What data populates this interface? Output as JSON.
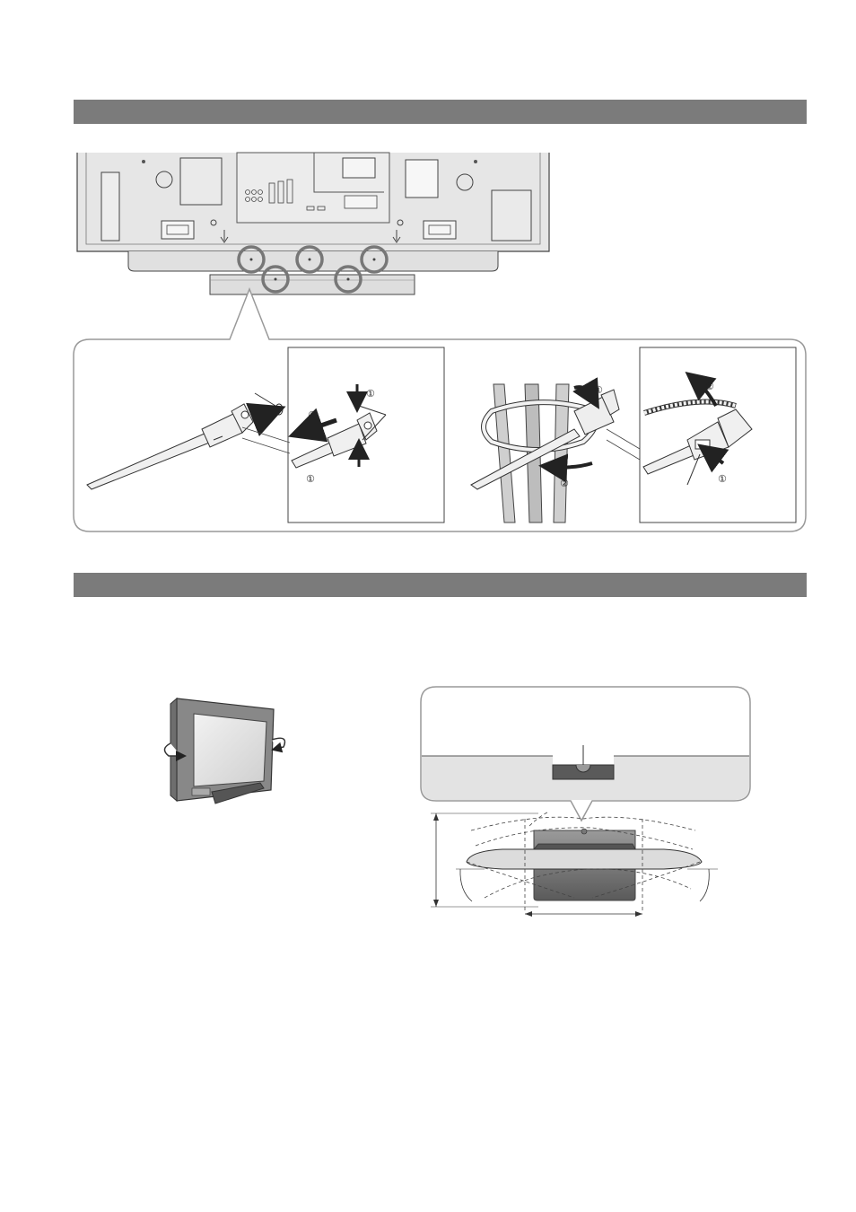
{
  "sections": [
    {
      "id": "cable-tie-section",
      "heading": ""
    },
    {
      "id": "swivel-section",
      "heading": ""
    }
  ],
  "step_markers": {
    "attach_step1_top": "①",
    "attach_step2": "②",
    "attach_step1_bottom": "①",
    "bundle_step1": "①",
    "bundle_step2": "②",
    "release_step2": "②",
    "release_step1": "①"
  },
  "colors": {
    "section_bar": "#7b7b7b",
    "panel_border": "#999999",
    "tv_back": "#e6e6e6",
    "stand_dark": "#6a6a6a"
  }
}
